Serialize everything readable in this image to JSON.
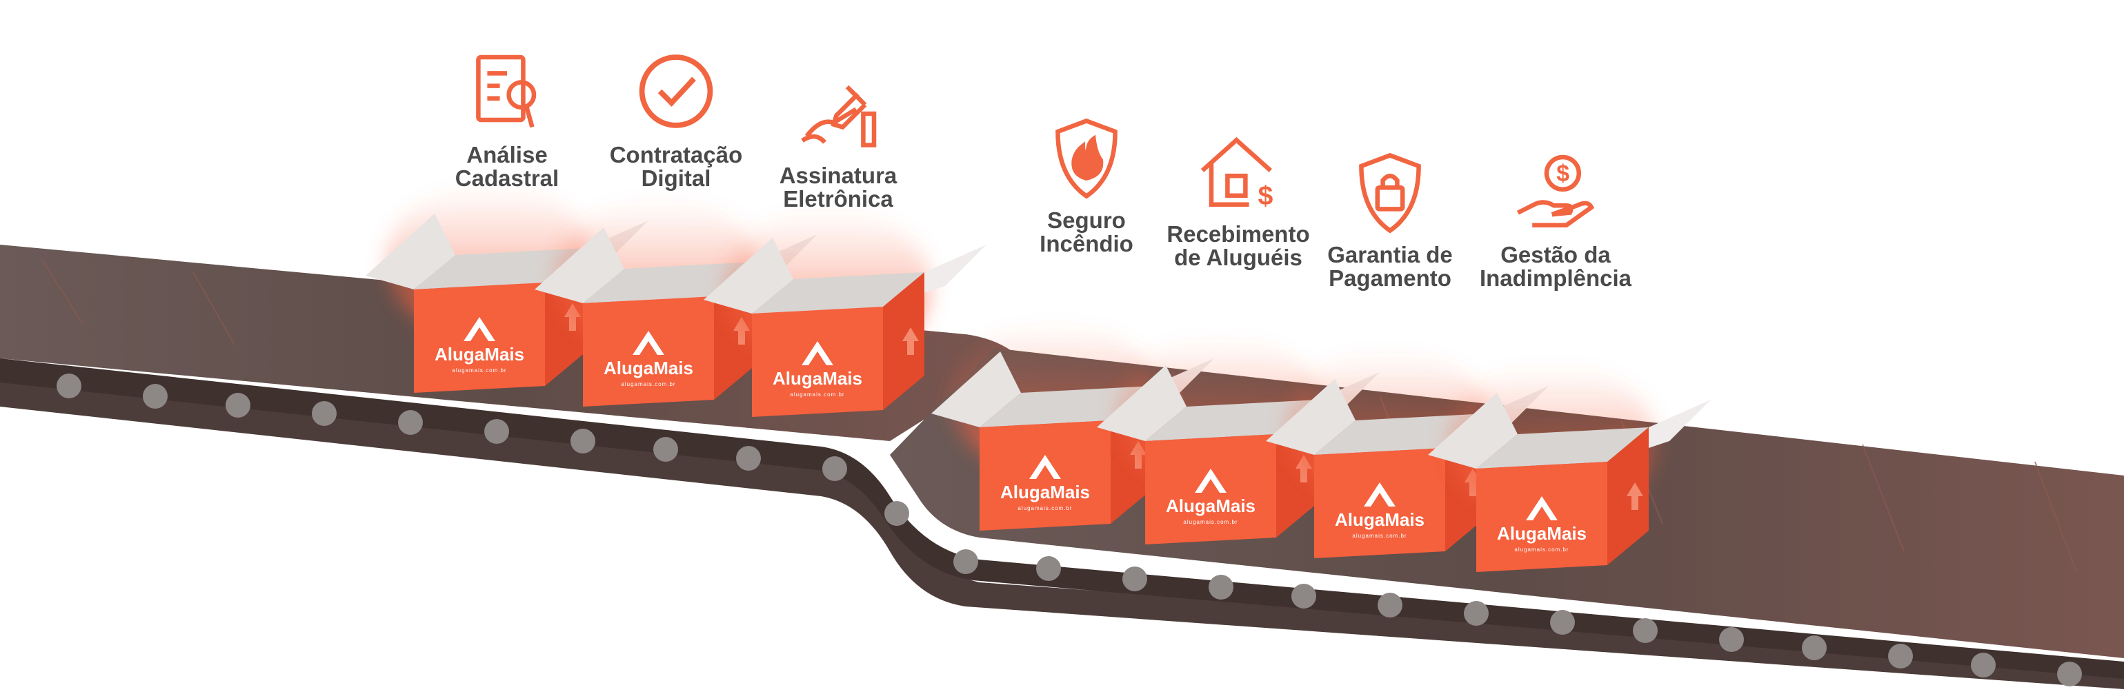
{
  "services": [
    {
      "id": "analise",
      "icon": "document-search-icon",
      "label": "Análise\nCadastral"
    },
    {
      "id": "contratacao",
      "icon": "check-circle-icon",
      "label": "Contratação\nDigital"
    },
    {
      "id": "assinatura",
      "icon": "hand-signing-icon",
      "label": "Assinatura\nEletrônica"
    },
    {
      "id": "seguro",
      "icon": "fire-shield-icon",
      "label": "Seguro\nIncêndio"
    },
    {
      "id": "recebimento",
      "icon": "house-money-icon",
      "label": "Recebimento\nde Aluguéis"
    },
    {
      "id": "garantia",
      "icon": "lock-shield-icon",
      "label": "Garantia de\nPagamento"
    },
    {
      "id": "gestao",
      "icon": "hand-coin-icon",
      "label": "Gestão da\nInadimplência"
    }
  ],
  "box_brand": "AlugaMais",
  "box_url": "alugamais.com.br",
  "colors": {
    "accent": "#f26541",
    "box_front": "#f5603d",
    "box_side": "#e24a2b",
    "belt": "#5a4845",
    "belt_top": "#6d5a56",
    "text": "#4a4a4a"
  }
}
